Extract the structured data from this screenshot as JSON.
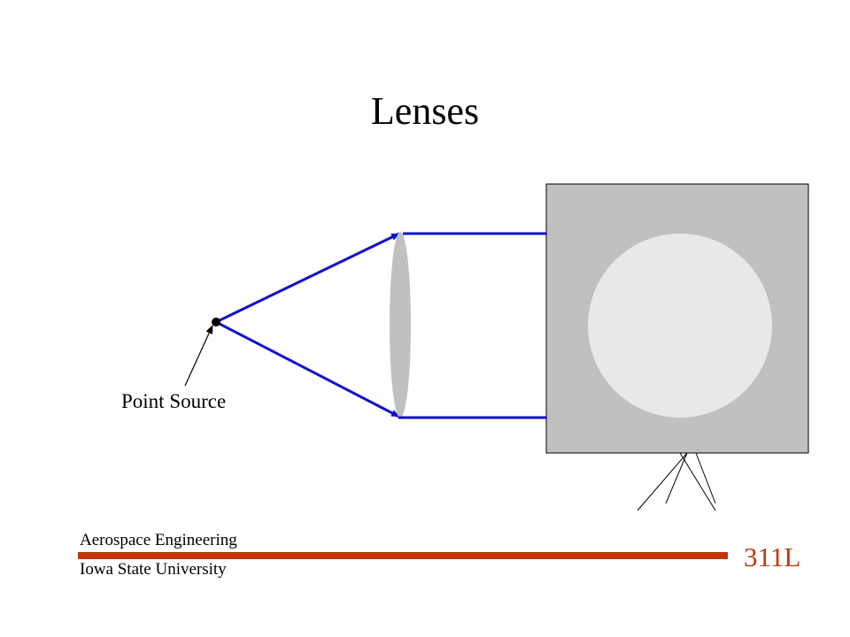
{
  "slide": {
    "title": "Lenses"
  },
  "diagram": {
    "point_source_label": "Point Source",
    "colors": {
      "ray": "#1010d0",
      "lens": "#c0c0c0",
      "screen": "#c0c0c0",
      "spot": "#e8e8e8",
      "pointer": "#000000"
    }
  },
  "footer": {
    "department": "Aerospace Engineering",
    "university": "Iowa State University",
    "course": "311L",
    "accent_color": "#c0360a"
  }
}
